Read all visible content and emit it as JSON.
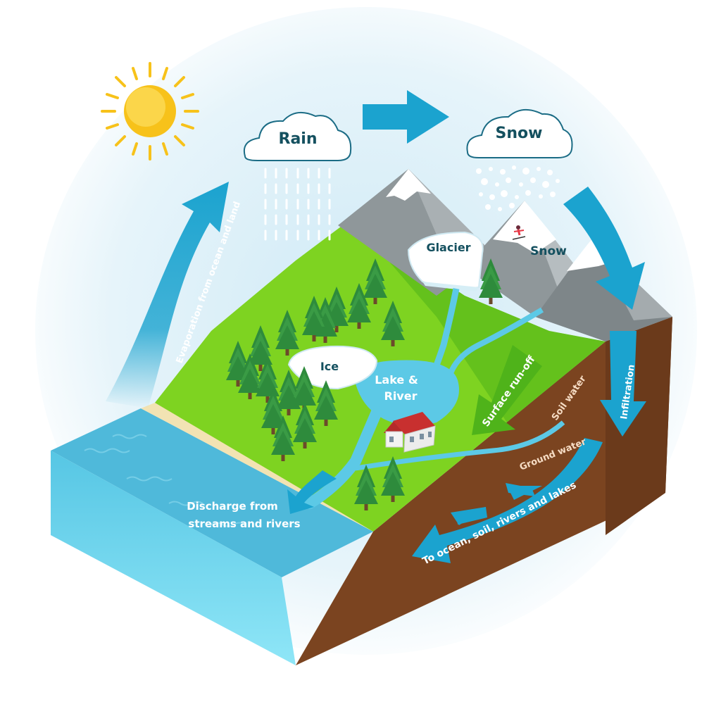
{
  "labels": {
    "rain": "Rain",
    "snow_cloud": "Snow",
    "glacier": "Glacier",
    "snow_peak": "Snow",
    "ice": "Ice",
    "lake_line1": "Lake &",
    "lake_line2": "River",
    "evaporation": "Evaporation from ocean and land",
    "surface_runoff": "Surface run-off",
    "soil_water": "Soil water",
    "infiltration": "Infiltration",
    "ground_water": "Ground water",
    "discharge_line1": "Discharge from",
    "discharge_line2": "streams and rivers",
    "to_ocean": "To ocean, soil, rivers and lakes"
  },
  "colors": {
    "arrow": "#1ba3cf",
    "grass": "#7ed321",
    "grass_dark": "#4fb31a",
    "soil": "#7b4420",
    "ocean": "#5cc9e6",
    "label_dark": "#14505f",
    "sun": "#f7c21a"
  }
}
